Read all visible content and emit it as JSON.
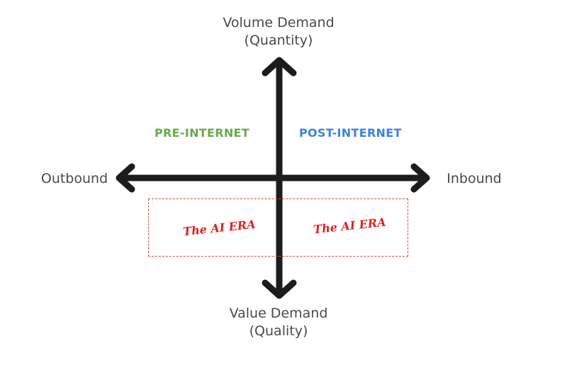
{
  "axes": {
    "top_line1": "Volume Demand",
    "top_line2": "(Quantity)",
    "bottom_line1": "Value Demand",
    "bottom_line2": "(Quality)",
    "left": "Outbound",
    "right": "Inbound"
  },
  "quadrants": {
    "pre_internet": "PRE-INTERNET",
    "post_internet": "POST-INTERNET"
  },
  "ai_era": {
    "left": "The AI ERA",
    "right": "The AI ERA"
  },
  "colors": {
    "arrow": "#1c1c1c",
    "pre_internet": "#6aa84f",
    "post_internet": "#3d7fe0",
    "ai_era": "#e02020",
    "axis_text": "#4a4a4a",
    "dashed_box": "#e0483e"
  }
}
